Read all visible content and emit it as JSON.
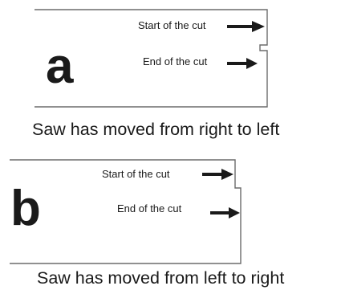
{
  "panel_a": {
    "letter": "a",
    "start_label": "Start of the cut",
    "end_label": "End of the cut",
    "caption": "Saw has moved from right to left"
  },
  "panel_b": {
    "letter": "b",
    "start_label": "Start of the cut",
    "end_label": "End of the cut",
    "caption": "Saw has moved from left to right"
  },
  "colors": {
    "outline": "#6b6b6b",
    "arrow": "#1a1a1a",
    "text": "#1a1a1a"
  }
}
